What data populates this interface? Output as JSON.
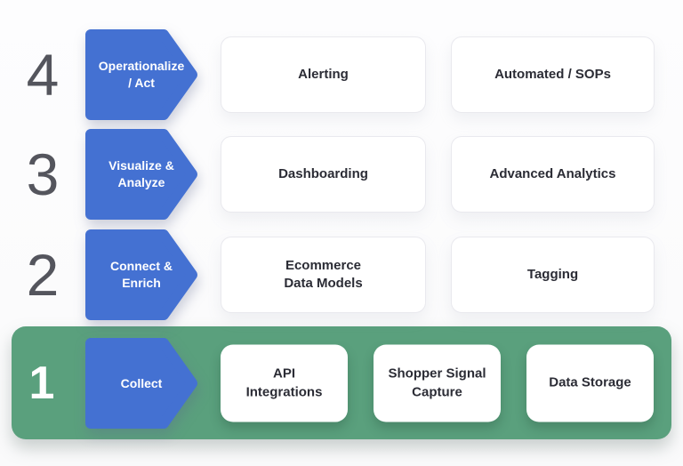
{
  "palette": {
    "arrow_blue": "#4471d2",
    "band_green": "#5aa07d",
    "number_gray": "#54555d",
    "card_text": "#2b2c35",
    "card_border": "#e9e9ee",
    "background": "#fcfcfd"
  },
  "rows": [
    {
      "number": "4",
      "stage": "Operationalize\n/ Act",
      "boxes": [
        "Alerting",
        "Automated / SOPs"
      ]
    },
    {
      "number": "3",
      "stage": "Visualize &\nAnalyze",
      "boxes": [
        "Dashboarding",
        "Advanced Analytics"
      ]
    },
    {
      "number": "2",
      "stage": "Connect &\nEnrich",
      "boxes": [
        "Ecommerce\nData Models",
        "Tagging"
      ]
    },
    {
      "number": "1",
      "stage": "Collect",
      "boxes": [
        "API\nIntegrations",
        "Shopper Signal\nCapture",
        "Data Storage"
      ]
    }
  ]
}
